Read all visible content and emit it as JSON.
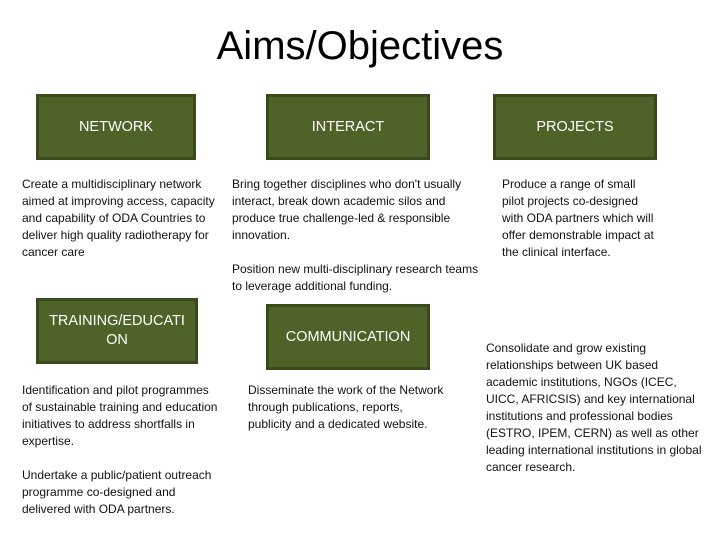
{
  "title": "Aims/Objectives",
  "boxes": {
    "network": "NETWORK",
    "interact": "INTERACT",
    "projects": "PROJECTS",
    "training": "TRAINING/EDUCATI ON",
    "communication": "COMMUNICATION"
  },
  "texts": {
    "network": "Create a multidisciplinary network aimed at improving access, capacity and capability of ODA Countries to deliver high quality radiotherapy for cancer care",
    "interact_1": "Bring together disciplines who don't usually interact, break down academic silos and produce true challenge-led & responsible innovation.",
    "interact_2": "Position new multi-disciplinary research teams to leverage additional funding.",
    "projects": "Produce a range of small pilot projects co-designed with ODA partners which will offer demonstrable impact at the clinical interface.",
    "training_1": "Identification and pilot programmes of sustainable training and education initiatives to address shortfalls in expertise.",
    "training_2": "Undertake a public/patient outreach programme co-designed and delivered with ODA partners.",
    "communication": "Disseminate the work of the Network through publications, reports, publicity and a dedicated website.",
    "consolidate": "Consolidate and grow existing relationships between UK based academic institutions, NGOs (ICEC, UICC, AFRICSIS) and key international institutions and professional bodies (ESTRO, IPEM, CERN) as well as other leading international institutions in global cancer research."
  }
}
